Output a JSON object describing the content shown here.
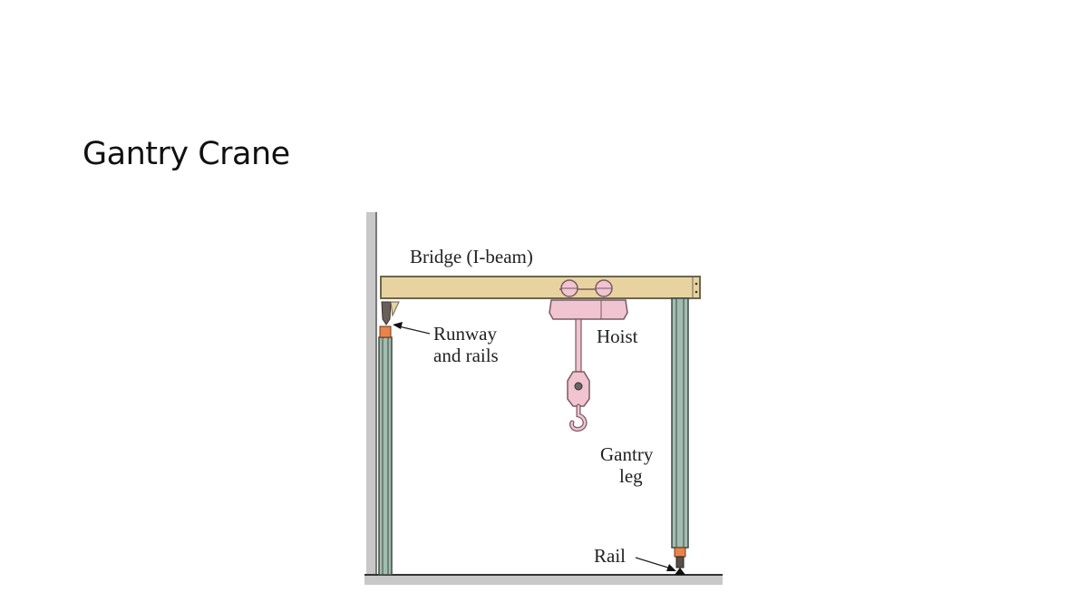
{
  "slide": {
    "title": "Gantry Crane"
  },
  "diagram": {
    "labels": {
      "bridge": "Bridge (I-beam)",
      "runway_line1": "Runway",
      "runway_line2": "and rails",
      "hoist": "Hoist",
      "gantry_line1": "Gantry",
      "gantry_line2": "leg",
      "rail": "Rail"
    },
    "colors": {
      "wall": "#c8c8c8",
      "beam": "#e8d3a0",
      "beam_edge": "#6b6650",
      "column": "#a3bcb0",
      "column_edge": "#3c4a44",
      "hoist": "#f0c4d0",
      "hoist_edge": "#7a5a64",
      "runway_block": "#e8844a",
      "ground": "#c8c8c8"
    }
  }
}
